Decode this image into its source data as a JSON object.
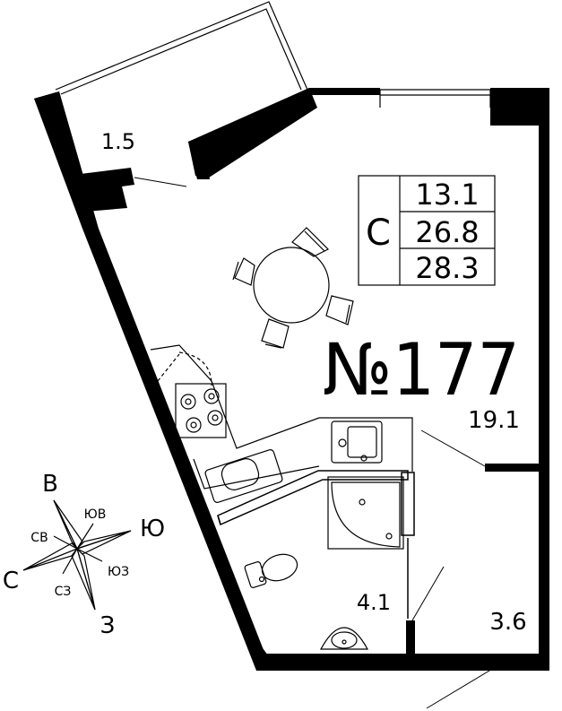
{
  "rooms": {
    "balcony_area": "1.5",
    "living_area": "19.1",
    "bathroom_area": "4.1",
    "hall_area": "3.6"
  },
  "area_table": {
    "letter": "С",
    "values": [
      "13.1",
      "26.8",
      "28.3"
    ]
  },
  "apartment_number": "№177",
  "compass": {
    "north": "В",
    "east": "Ю",
    "south": "З",
    "west": "С",
    "ne": "ЮВ",
    "nw": "СВ",
    "se": "ЮЗ",
    "sw": "СЗ"
  },
  "colors": {
    "wall": "#000000",
    "line": "#000000",
    "background": "#ffffff"
  }
}
